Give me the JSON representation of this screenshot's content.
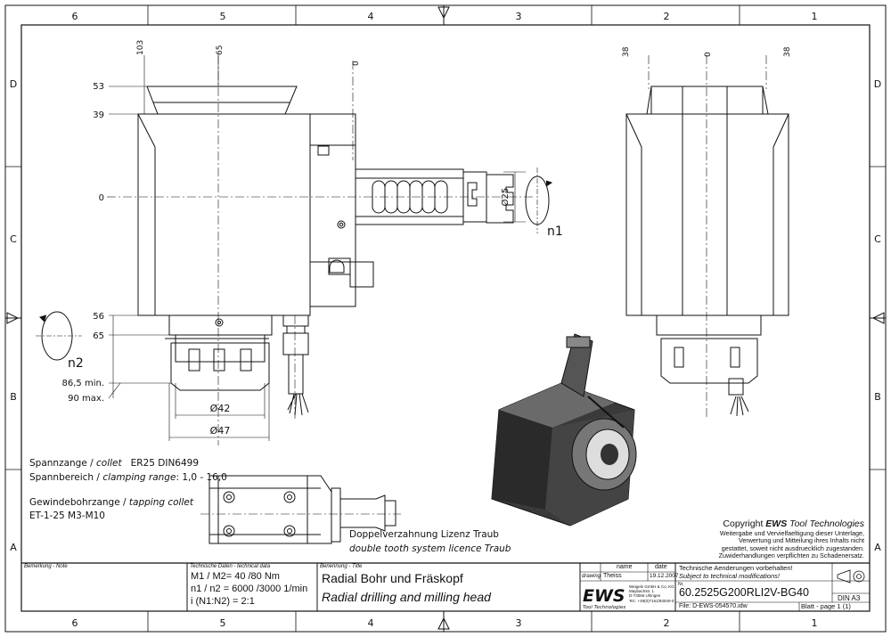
{
  "border": {
    "columns": [
      "6",
      "5",
      "4",
      "3",
      "2",
      "1"
    ],
    "rows": [
      "D",
      "C",
      "B",
      "A"
    ]
  },
  "dims": {
    "left_top": [
      "103",
      "65",
      "0"
    ],
    "right_top": [
      "38",
      "0",
      "38"
    ],
    "left_side": [
      "53",
      "39",
      "0",
      "56",
      "65"
    ],
    "min": "86,5 min.",
    "max": "90 max.",
    "d42": "Ø42",
    "d47": "Ø47",
    "d25": "Ø25",
    "n1": "n1",
    "n2": "n2"
  },
  "notes": {
    "collet_label": "Spannzange / ",
    "collet_it": "collet",
    "collet_val": "ER25    DIN6499",
    "range_label": "Spannbereich / ",
    "range_it": "clamping range",
    "range_val": ": 1,0 - 16,0",
    "tap_label": "Gewindebohrzange / ",
    "tap_it": "tapping collet",
    "tap_val": "ET-1-25   M3-M10",
    "licence_de": "Doppelverzahnung Lizenz Traub",
    "licence_en": "double tooth system licence Traub"
  },
  "copyright": {
    "head_pre": "Copyright ",
    "head_brand": "EWS",
    "head_post": " Tool Technologies",
    "l1": "Weitergabe und Vervielfaeltigung dieser Unterlage,",
    "l2": "Verwertung und Mitteilung ihres Inhalts nicht",
    "l3": "gestattet, soweit nicht ausdruecklich zugestanden.",
    "l4": "Zuwiderhandlungen verpflichten zu Schadenersatz."
  },
  "title_block": {
    "remarks": "Bemerkung - Note",
    "tech_header": "Technische Daten - technical data",
    "torque": "M1 / M2= 40  /80  Nm",
    "speed": "n1 / n2 = 6000 /3000  1/min",
    "ratio": "i  (N1:N2) = 2:1",
    "designation_header": "Benennung - Title",
    "title_de": "Radial Bohr und Fräskopf",
    "title_en": "Radial drilling and milling head",
    "col_name": "name",
    "col_date": "date",
    "row_drawing": "drawing",
    "drawn_by": "Theiss",
    "drawn_date": "19.12.2007",
    "logo": "EWS",
    "logo_sub": "Tool Technologies",
    "company": [
      "Weigele GmbH & Co. KG",
      "Maybachstr. 1",
      "D-73066 Uhingen",
      "Tel.: +49(0)7161/93040-0"
    ],
    "change_de": "Technische Aenderungen vorbehalten!",
    "change_en": "Subject to technical modifications!",
    "nr_label": "Nr.",
    "part_no": "60.2525G200RLI2V-BG40",
    "file": "File: D-EWS-054570.idw",
    "format": "DIN A3",
    "sheet": "Blatt - page  1 (1)"
  },
  "colors": {
    "line": "#111111",
    "render_dark": "#2b2b2b",
    "render_mid": "#5a5a5a"
  }
}
